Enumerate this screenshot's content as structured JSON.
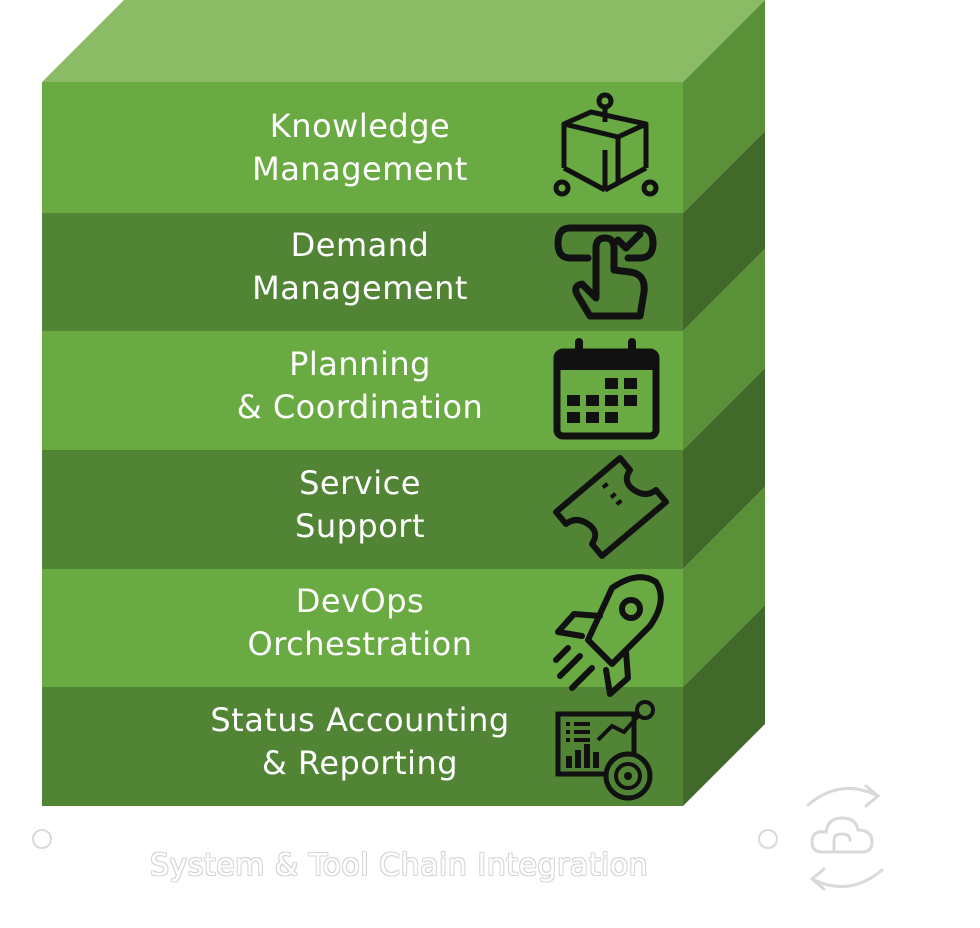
{
  "layers": [
    {
      "line1": "Knowledge",
      "line2": "Management",
      "icon": "cube-network-icon"
    },
    {
      "line1": "Demand",
      "line2": "Management",
      "icon": "touch-check-icon"
    },
    {
      "line1": "Planning",
      "line2": "& Coordination",
      "icon": "calendar-icon"
    },
    {
      "line1": "Service",
      "line2": "Support",
      "icon": "ticket-icon"
    },
    {
      "line1": "DevOps",
      "line2": "Orchestration",
      "icon": "rocket-icon"
    },
    {
      "line1": "Status Accounting",
      "line2": "& Reporting",
      "icon": "dashboard-report-icon"
    }
  ],
  "footer": {
    "label": "System & Tool Chain Integration",
    "icon": "cloud-sync-icon"
  },
  "colors": {
    "light_face": "#6aaa43",
    "dark_face": "#518535",
    "top_face": "#8cbb65",
    "light_side": "#5a9037",
    "dark_side": "#41692a",
    "icon": "#111111",
    "footer_outline": "#d9d9d9"
  }
}
